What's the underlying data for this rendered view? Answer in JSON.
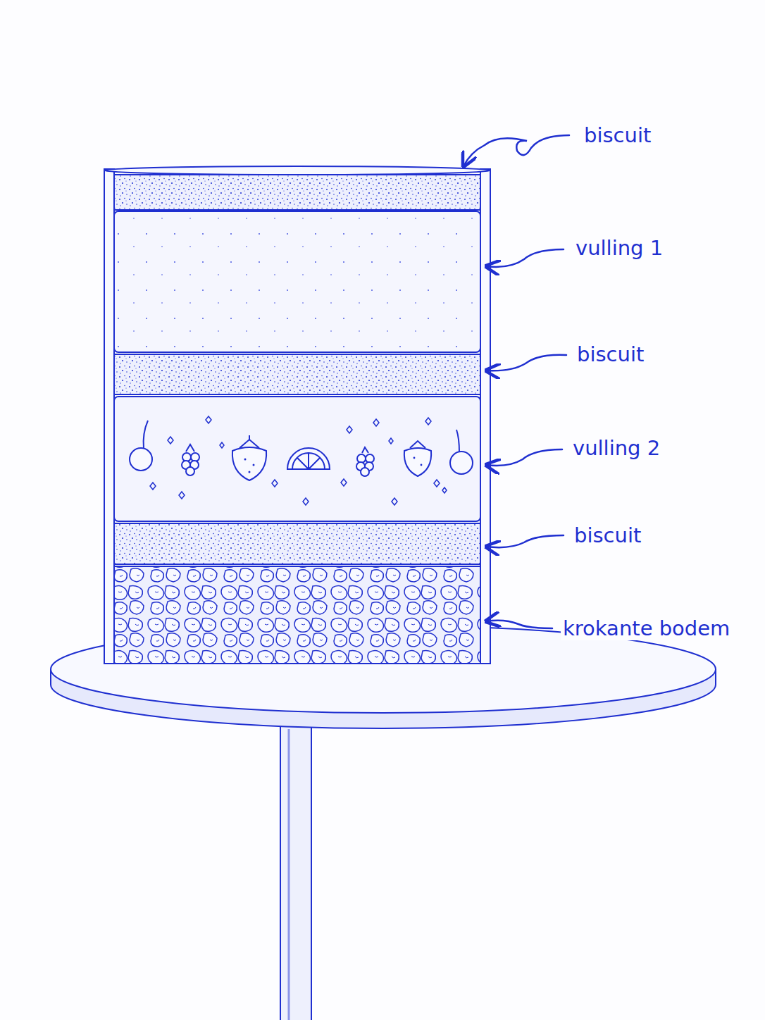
{
  "diagram": {
    "labels": [
      "biscuit",
      "vulling 1",
      "biscuit",
      "vulling 2",
      "biscuit",
      "krokante bodem"
    ]
  }
}
